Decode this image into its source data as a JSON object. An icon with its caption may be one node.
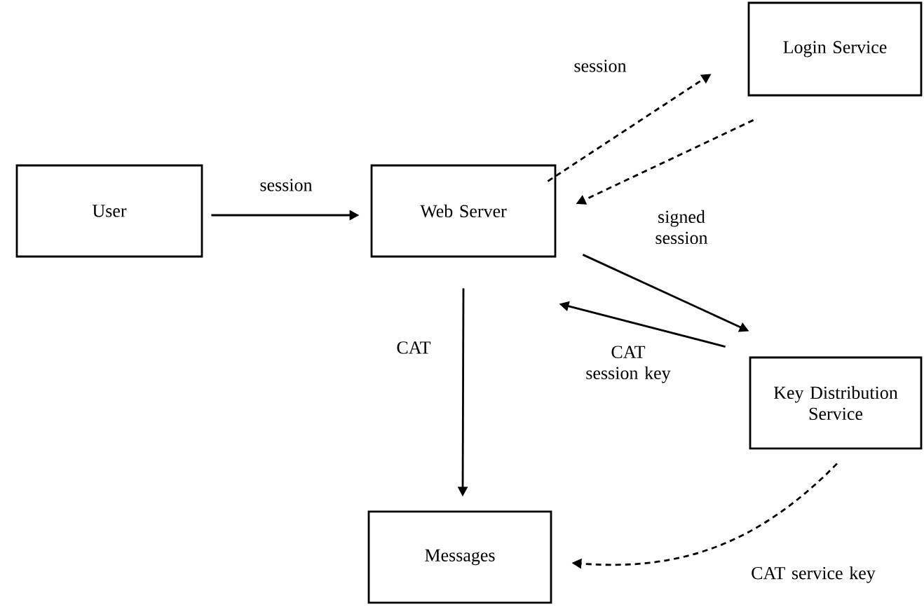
{
  "diagram": {
    "nodes": [
      {
        "text": [
          "User"
        ]
      },
      {
        "text": [
          "Web Server"
        ]
      },
      {
        "text": [
          "Login Service"
        ]
      },
      {
        "text": [
          "Key Distribution Service"
        ]
      },
      {
        "text": [
          "Messages"
        ]
      }
    ],
    "edges": [
      {
        "from": 0,
        "to": 1,
        "arrow": "to",
        "label": "session"
      },
      {
        "from": 1,
        "to": 2,
        "arrow": "to",
        "style": "dashed",
        "label": "session"
      },
      {
        "from": 2,
        "to": 1,
        "arrow": "to",
        "style": "dashed",
        "label": "signed session"
      },
      {
        "from": 1,
        "to": 3,
        "arrow": "to"
      },
      {
        "from": 3,
        "to": 1,
        "arrow": "to",
        "label": "CAT session key"
      },
      {
        "from": 1,
        "to": 4,
        "arrow": "to",
        "label": "CAT"
      },
      {
        "from": 3,
        "to": 4,
        "arrow": "to",
        "style": "dashed",
        "label": "CAT service key"
      }
    ]
  }
}
